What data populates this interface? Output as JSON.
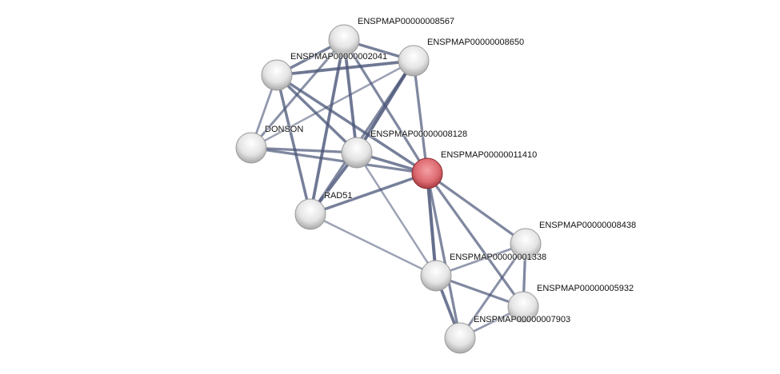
{
  "nodes": [
    {
      "id": "8567",
      "label": "ENSPMAP00000008567"
    },
    {
      "id": "8650",
      "label": "ENSPMAP00000008650"
    },
    {
      "id": "2041",
      "label": "ENSPMAP00000002041"
    },
    {
      "id": "donson",
      "label": "DONSON"
    },
    {
      "id": "8128",
      "label": "ENSPMAP00000008128"
    },
    {
      "id": "11410",
      "label": "ENSPMAP00000011410",
      "query": true
    },
    {
      "id": "rad51",
      "label": "RAD51"
    },
    {
      "id": "8438",
      "label": "ENSPMAP00000008438"
    },
    {
      "id": "1338",
      "label": "ENSPMAP00000001338"
    },
    {
      "id": "5932",
      "label": "ENSPMAP00000005932"
    },
    {
      "id": "7903",
      "label": "ENSPMAP00000007903"
    }
  ],
  "edges": [
    [
      "8567",
      "2041",
      0.8
    ],
    [
      "8567",
      "8650",
      0.8
    ],
    [
      "8567",
      "donson",
      0.6
    ],
    [
      "8567",
      "8128",
      0.9
    ],
    [
      "8567",
      "rad51",
      0.9
    ],
    [
      "8567",
      "11410",
      0.7
    ],
    [
      "2041",
      "8650",
      0.9
    ],
    [
      "2041",
      "donson",
      0.5
    ],
    [
      "2041",
      "8128",
      0.8
    ],
    [
      "2041",
      "rad51",
      0.8
    ],
    [
      "2041",
      "11410",
      0.8
    ],
    [
      "8650",
      "donson",
      0.4
    ],
    [
      "8650",
      "8128",
      1.0
    ],
    [
      "8650",
      "rad51",
      0.7
    ],
    [
      "8650",
      "11410",
      0.7
    ],
    [
      "donson",
      "8128",
      0.7
    ],
    [
      "donson",
      "11410",
      0.7
    ],
    [
      "8128",
      "rad51",
      0.9
    ],
    [
      "8128",
      "11410",
      0.8
    ],
    [
      "8128",
      "1338",
      0.4
    ],
    [
      "rad51",
      "11410",
      0.8
    ],
    [
      "rad51",
      "1338",
      0.4
    ],
    [
      "11410",
      "8438",
      0.7
    ],
    [
      "11410",
      "1338",
      1.0
    ],
    [
      "11410",
      "5932",
      0.7
    ],
    [
      "11410",
      "7903",
      0.7
    ],
    [
      "1338",
      "8438",
      0.5
    ],
    [
      "1338",
      "5932",
      0.7
    ],
    [
      "1338",
      "7903",
      0.9
    ],
    [
      "8438",
      "5932",
      0.7
    ],
    [
      "8438",
      "7903",
      0.6
    ],
    [
      "5932",
      "7903",
      0.5
    ]
  ],
  "colors": {
    "edge": "#4a5578",
    "node": "#e8e8e8",
    "query_node": "#d9676e"
  }
}
